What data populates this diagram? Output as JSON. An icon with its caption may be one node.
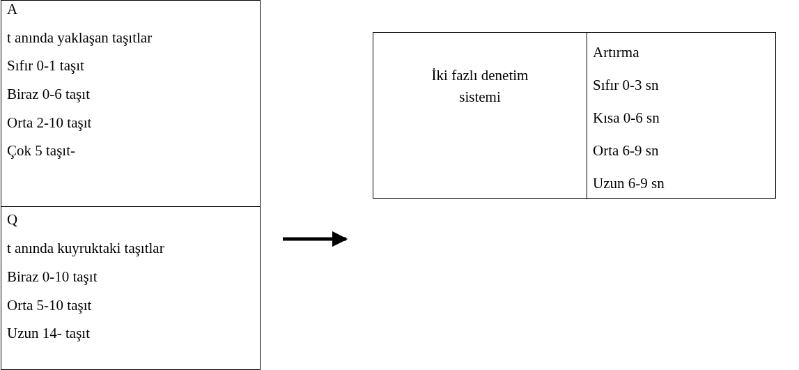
{
  "diagram": {
    "nodes": [
      {
        "text": [],
        "shape": "box"
      },
      {
        "text": [
          "A",
          "t anında yaklaşan taşıtlar",
          "Sıfır 0-1 taşıt",
          "Biraz 0-6 taşıt",
          "Orta 2-10 taşıt",
          "Çok 5 taşıt-"
        ],
        "in": 0
      },
      {
        "text": [
          "Q",
          "t anında kuyruktaki taşıtlar",
          "Biraz 0-10 taşıt",
          "Orta 5-10 taşıt",
          "Uzun 14- taşıt"
        ],
        "in": 0
      },
      {
        "text": [],
        "shape": "box"
      },
      {
        "text": [
          "İki fazlı denetim sistemi"
        ],
        "in": 3
      },
      {
        "text": [
          "Artırma",
          "Sıfır 0-3 sn",
          "Kısa 0-6 sn",
          "Orta 6-9 sn",
          "Uzun 6-9 sn"
        ],
        "in": 3
      }
    ],
    "edges": [
      {
        "from": 0,
        "to": 3,
        "arrow": "to"
      }
    ]
  }
}
